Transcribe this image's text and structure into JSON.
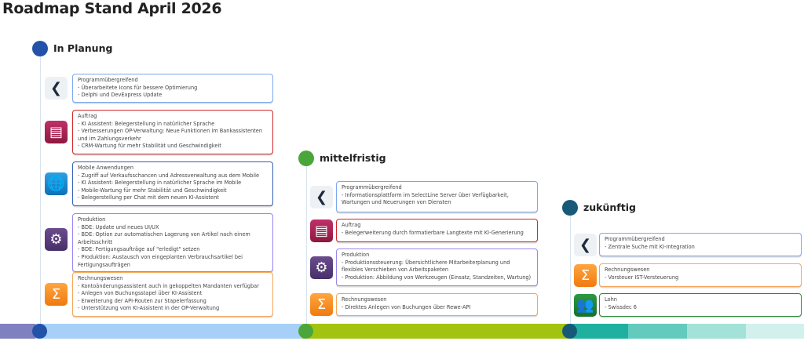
{
  "title": "Roadmap Stand April 2026",
  "colors": {
    "in_planung": "#2352a8",
    "mittelfristig": "#4aa63a",
    "zukuenftig": "#175a78"
  },
  "phases": [
    {
      "label": "In Planung",
      "items": [
        {
          "category": "Programmübergreifend",
          "icon": "selectline-logo-icon",
          "lines": [
            "- Überarbeitete Icons für bessere Optimierung",
            "- Delphi und DevExpress Update"
          ]
        },
        {
          "category": "Auftrag",
          "icon": "documents-icon",
          "lines": [
            "- KI Assistent: Belegerstellung in natürlicher Sprache",
            "- Verbesserungen OP-Verwaltung: Neue Funktionen im Bankassistenten und im Zahlungsverkehr",
            "- CRM-Wartung für mehr Stabilität und Geschwindigkeit"
          ]
        },
        {
          "category": "Mobile Anwendungen",
          "icon": "globe-gear-icon",
          "lines": [
            "- Zugriff auf Verkaufsschancen und Adressverwaltung aus dem Mobile",
            "- KI Assistent: Belegerstellung in natürlicher Sprache im Mobile",
            "- Mobile-Wartung für mehr Stabilität und Geschwindigkeit",
            "- Belegerstellung per Chat mit dem neuen KI-Assistent"
          ]
        },
        {
          "category": "Produktion",
          "icon": "gear-wrench-icon",
          "lines": [
            "- BDE: Update und neues UI/UX",
            "- BDE: Option zur automatischen Lagerung von Artikel nach einem Arbeitsschritt",
            "- BDE: Fertigungsaufträge auf \"erledigt\" setzen",
            "- Produktion: Austausch von eingeplanten Verbrauchsartikel bei Fertigungsaufträgen"
          ]
        },
        {
          "category": "Rechnungswesen",
          "icon": "sigma-icon",
          "lines": [
            "- Kontoänderungsassistent auch in gekoppelten Mandanten verfügbar",
            "- Anlegen von Buchungsstapel über KI-Assistent",
            "- Erweiterung der API-Routen zur Stapelerfassung",
            "- Unterstützung vom KI-Assistent in der OP-Verwaltung"
          ]
        }
      ]
    },
    {
      "label": "mittelfristig",
      "items": [
        {
          "category": "Programmübergreifend",
          "icon": "selectline-logo-icon",
          "lines": [
            "- Informationsplattform im SelectLine Server über Verfügbarkeit, Wartungen und Neuerungen von Diensten"
          ]
        },
        {
          "category": "Auftrag",
          "icon": "documents-icon",
          "lines": [
            "- Belegerweiterung durch formatierbare Langtexte mit KI-Generierung"
          ]
        },
        {
          "category": "Produktion",
          "icon": "gear-wrench-icon",
          "lines": [
            "- Produktionssteuerung: Übersichtlichere Mitarbeiterplanung und flexibles Verschieben von Arbeitspaketen",
            "- Produktion: Abbildung von Werkzeugen (Einsatz, Standzeiten, Wartung)"
          ]
        },
        {
          "category": "Rechnungswesen",
          "icon": "sigma-icon",
          "lines": [
            "- Direktes Anlegen von Buchungen über Rewe-API"
          ]
        }
      ]
    },
    {
      "label": "zukünftig",
      "items": [
        {
          "category": "Programmübergreifend",
          "icon": "selectline-logo-icon",
          "lines": [
            "- Zentrale Suche mit KI-Integration"
          ]
        },
        {
          "category": "Rechnungswesen",
          "icon": "sigma-icon",
          "lines": [
            "- Vorsteuer IST-Versteuerung"
          ]
        },
        {
          "category": "Lohn",
          "icon": "people-icon",
          "lines": [
            "- Swissdec 6"
          ]
        }
      ]
    }
  ]
}
